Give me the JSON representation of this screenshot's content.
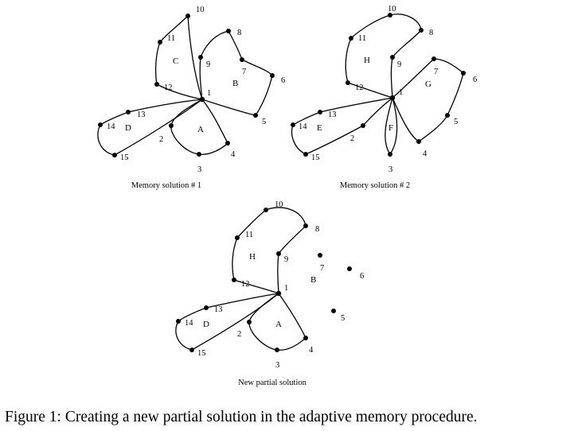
{
  "figure": {
    "caption": "Figure 1: Creating a new partial solution in the adaptive memory procedure.",
    "panels": [
      {
        "subtitle": "Memory solution # 1",
        "nodes": [
          {
            "id": "1"
          },
          {
            "id": "2"
          },
          {
            "id": "3"
          },
          {
            "id": "4"
          },
          {
            "id": "5"
          },
          {
            "id": "6"
          },
          {
            "id": "7"
          },
          {
            "id": "8"
          },
          {
            "id": "9"
          },
          {
            "id": "10"
          },
          {
            "id": "11"
          },
          {
            "id": "12"
          },
          {
            "id": "13"
          },
          {
            "id": "14"
          },
          {
            "id": "15"
          }
        ],
        "routes": [
          {
            "label": "A",
            "sequence": [
              "1",
              "2",
              "3",
              "4",
              "1"
            ]
          },
          {
            "label": "B",
            "sequence": [
              "1",
              "9",
              "8",
              "7",
              "6",
              "5",
              "1"
            ]
          },
          {
            "label": "C",
            "sequence": [
              "1",
              "10",
              "11",
              "12",
              "1"
            ]
          },
          {
            "label": "D",
            "sequence": [
              "1",
              "13",
              "14",
              "15",
              "1"
            ]
          }
        ]
      },
      {
        "subtitle": "Memory solution # 2",
        "nodes": [
          {
            "id": "1"
          },
          {
            "id": "2"
          },
          {
            "id": "3"
          },
          {
            "id": "4"
          },
          {
            "id": "5"
          },
          {
            "id": "6"
          },
          {
            "id": "7"
          },
          {
            "id": "8"
          },
          {
            "id": "9"
          },
          {
            "id": "10"
          },
          {
            "id": "11"
          },
          {
            "id": "12"
          },
          {
            "id": "13"
          },
          {
            "id": "14"
          },
          {
            "id": "15"
          }
        ],
        "routes": [
          {
            "label": "E",
            "sequence": [
              "1",
              "2",
              "15",
              "14",
              "13",
              "1"
            ]
          },
          {
            "label": "F",
            "sequence": [
              "1",
              "3",
              "1"
            ]
          },
          {
            "label": "G",
            "sequence": [
              "1",
              "4",
              "5",
              "6",
              "7",
              "1"
            ]
          },
          {
            "label": "H",
            "sequence": [
              "1",
              "12",
              "11",
              "10",
              "8",
              "9",
              "1"
            ]
          }
        ]
      },
      {
        "subtitle": "New partial solution",
        "nodes": [
          {
            "id": "1"
          },
          {
            "id": "2"
          },
          {
            "id": "3"
          },
          {
            "id": "4"
          },
          {
            "id": "5"
          },
          {
            "id": "6"
          },
          {
            "id": "7"
          },
          {
            "id": "8"
          },
          {
            "id": "9"
          },
          {
            "id": "10"
          },
          {
            "id": "11"
          },
          {
            "id": "12"
          },
          {
            "id": "13"
          },
          {
            "id": "14"
          },
          {
            "id": "15"
          }
        ],
        "routes": [
          {
            "label": "A",
            "sequence": [
              "1",
              "2",
              "3",
              "4",
              "1"
            ]
          },
          {
            "label": "D",
            "sequence": [
              "1",
              "13",
              "14",
              "15",
              "1"
            ]
          },
          {
            "label": "H",
            "sequence": [
              "1",
              "12",
              "11",
              "10",
              "8",
              "9",
              "1"
            ]
          }
        ],
        "unassigned_label": "B",
        "unassigned_nodes": [
          "5",
          "6",
          "7"
        ]
      }
    ]
  }
}
